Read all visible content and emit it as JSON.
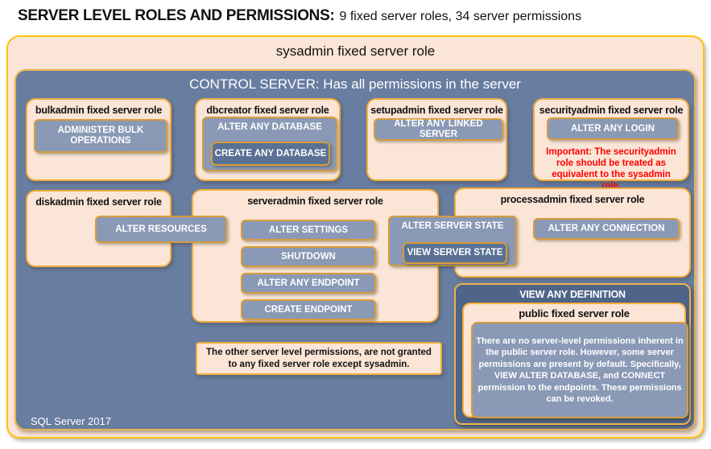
{
  "page": {
    "title_main": "SERVER LEVEL ROLES AND PERMISSIONS:",
    "title_sub": "9 fixed server roles, 34 server permissions"
  },
  "sysadmin": {
    "label": "sysadmin fixed server role"
  },
  "control": {
    "label": "CONTROL SERVER: Has all permissions in the server",
    "footer": "SQL Server 2017"
  },
  "bulkadmin": {
    "label": "bulkadmin fixed server role",
    "perm1": "ADMINISTER BULK OPERATIONS"
  },
  "dbcreator": {
    "label": "dbcreator fixed server role",
    "perm1": "ALTER ANY DATABASE",
    "perm2": "CREATE ANY DATABASE"
  },
  "setupadmin": {
    "label": "setupadmin fixed server role",
    "perm1": "ALTER ANY LINKED SERVER"
  },
  "securityadmin": {
    "label": "securityadmin fixed server role",
    "perm1": "ALTER ANY LOGIN",
    "warning": "Important: The securityadmin role should be treated as equivalent to the sysadmin role."
  },
  "diskadmin": {
    "label": "diskadmin fixed server role",
    "perm1": "ALTER RESOURCES"
  },
  "serveradmin": {
    "label": "serveradmin fixed server role",
    "perm1": "ALTER SETTINGS",
    "perm2": "SHUTDOWN",
    "perm3": "ALTER ANY ENDPOINT",
    "perm4": "CREATE ENDPOINT",
    "perm5": "ALTER SERVER STATE",
    "perm6": "VIEW SERVER STATE"
  },
  "processadmin": {
    "label": "processadmin fixed server role",
    "perm1": "ALTER ANY CONNECTION"
  },
  "note": {
    "text": "The other server level permissions, are not granted to any fixed server role except sysadmin."
  },
  "public_role": {
    "container_label": "VIEW ANY DEFINITION",
    "label": "public fixed server role",
    "text": "There are no server-level permissions inherent in the public server role. However, some server permissions are present by default. Specifically, VIEW ALTER DATABASE, and CONNECT permission to the endpoints. These permissions can be revoked."
  },
  "colors": {
    "peach_fill": "#FBE5D6",
    "slate_fill": "#687DA0",
    "permission_fill": "#8A99B5",
    "nested_permission_fill": "#5A7195",
    "dark_container_fill": "#4F6489",
    "gold_border": "#FFC000",
    "warning_red": "#FF0000"
  }
}
